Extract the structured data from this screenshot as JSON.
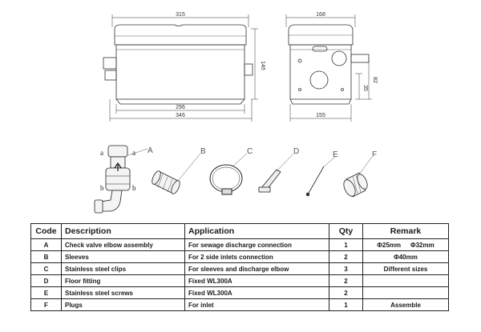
{
  "dimensions": {
    "front_width_top": "315",
    "front_height": "146",
    "front_base_inner": "296",
    "front_base_outer": "346",
    "side_width_top": "168",
    "side_base": "155",
    "side_outlet_high": "82",
    "side_outlet_low": "35"
  },
  "parts_labels": {
    "A": "A",
    "B": "B",
    "C": "C",
    "D": "D",
    "E": "E",
    "F": "F",
    "sub_a": "a",
    "sub_b": "b"
  },
  "table": {
    "headers": {
      "code": "Code",
      "description": "Description",
      "application": "Application",
      "qty": "Qty",
      "remark": "Remark"
    },
    "rows": [
      {
        "code": "A",
        "description": "Check valve elbow assembly",
        "application": "For sewage discharge connection",
        "qty": "1",
        "remark_1": "Φ25mm",
        "remark_2": "Φ32mm"
      },
      {
        "code": "B",
        "description": "Sleeves",
        "application": "For 2 side inlets connection",
        "qty": "2",
        "remark_1": "Φ40mm",
        "remark_2": ""
      },
      {
        "code": "C",
        "description": "Stainless steel clips",
        "application": "For sleeves and discharge elbow",
        "qty": "3",
        "remark_1": "Different sizes",
        "remark_2": ""
      },
      {
        "code": "D",
        "description": "Floor fitting",
        "application": "Fixed WL300A",
        "qty": "2",
        "remark_1": "",
        "remark_2": ""
      },
      {
        "code": "E",
        "description": "Stainless steel screws",
        "application": "Fixed WL300A",
        "qty": "2",
        "remark_1": "",
        "remark_2": ""
      },
      {
        "code": "F",
        "description": "Plugs",
        "application": "For inlet",
        "qty": "1",
        "remark_1": "Assemble",
        "remark_2": ""
      }
    ]
  }
}
